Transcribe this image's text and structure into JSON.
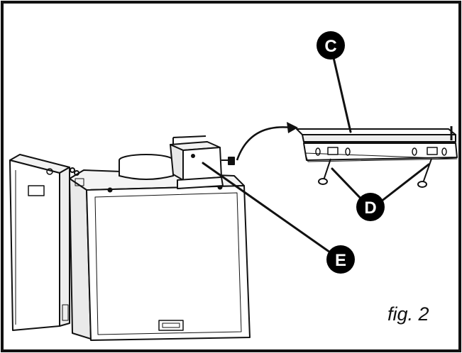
{
  "callouts": {
    "c": "C",
    "d": "D",
    "e": "E"
  },
  "caption": "fig. 2",
  "colors": {
    "ink": "#111111",
    "paper": "#ffffff",
    "callout_fill": "#000000",
    "callout_text": "#ffffff",
    "shade": "#e6e6e6"
  }
}
